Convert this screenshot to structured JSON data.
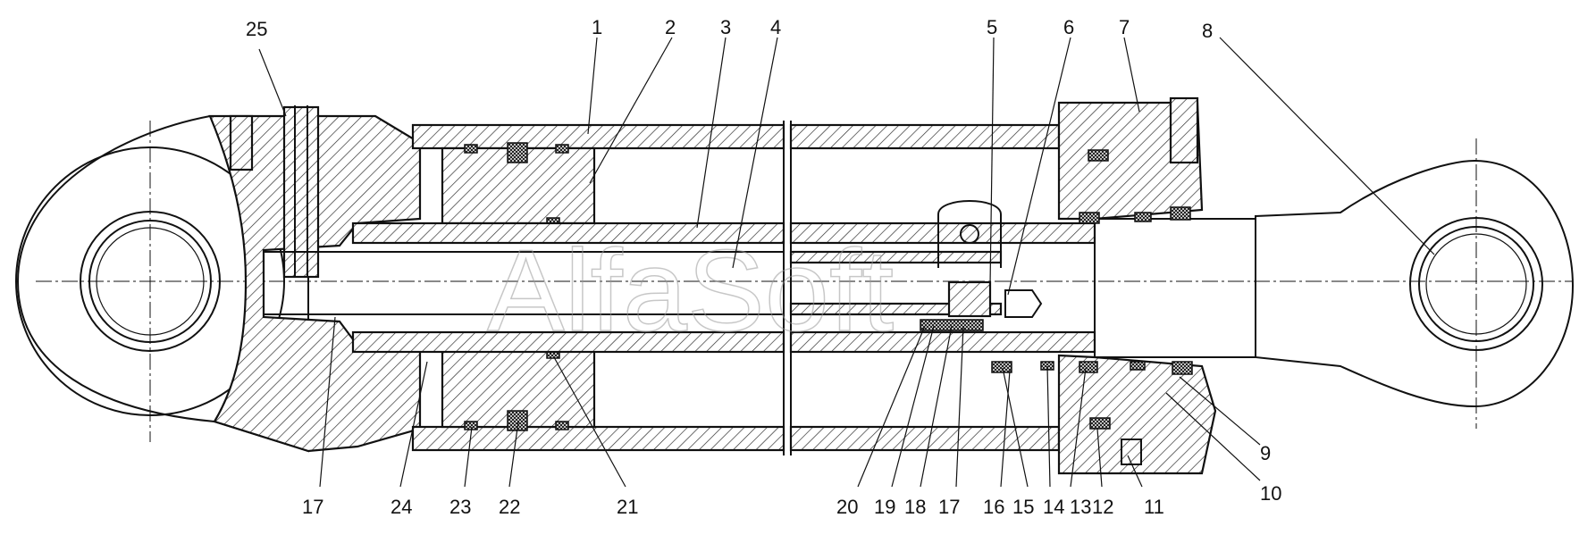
{
  "watermark": "AlfaSoft",
  "callouts": [
    {
      "id": "25",
      "text": "25"
    },
    {
      "id": "1",
      "text": "1"
    },
    {
      "id": "2",
      "text": "2"
    },
    {
      "id": "3",
      "text": "3"
    },
    {
      "id": "4",
      "text": "4"
    },
    {
      "id": "5",
      "text": "5"
    },
    {
      "id": "6",
      "text": "6"
    },
    {
      "id": "7",
      "text": "7"
    },
    {
      "id": "8",
      "text": "8"
    },
    {
      "id": "9",
      "text": "9"
    },
    {
      "id": "10",
      "text": "10"
    },
    {
      "id": "11",
      "text": "11"
    },
    {
      "id": "12",
      "text": "12"
    },
    {
      "id": "13",
      "text": "13"
    },
    {
      "id": "14",
      "text": "14"
    },
    {
      "id": "15",
      "text": "15"
    },
    {
      "id": "16",
      "text": "16"
    },
    {
      "id": "17a",
      "text": "17"
    },
    {
      "id": "17b",
      "text": "17"
    },
    {
      "id": "18",
      "text": "18"
    },
    {
      "id": "19",
      "text": "19"
    },
    {
      "id": "20",
      "text": "20"
    },
    {
      "id": "21",
      "text": "21"
    },
    {
      "id": "22",
      "text": "22"
    },
    {
      "id": "23",
      "text": "23"
    },
    {
      "id": "24",
      "text": "24"
    }
  ]
}
